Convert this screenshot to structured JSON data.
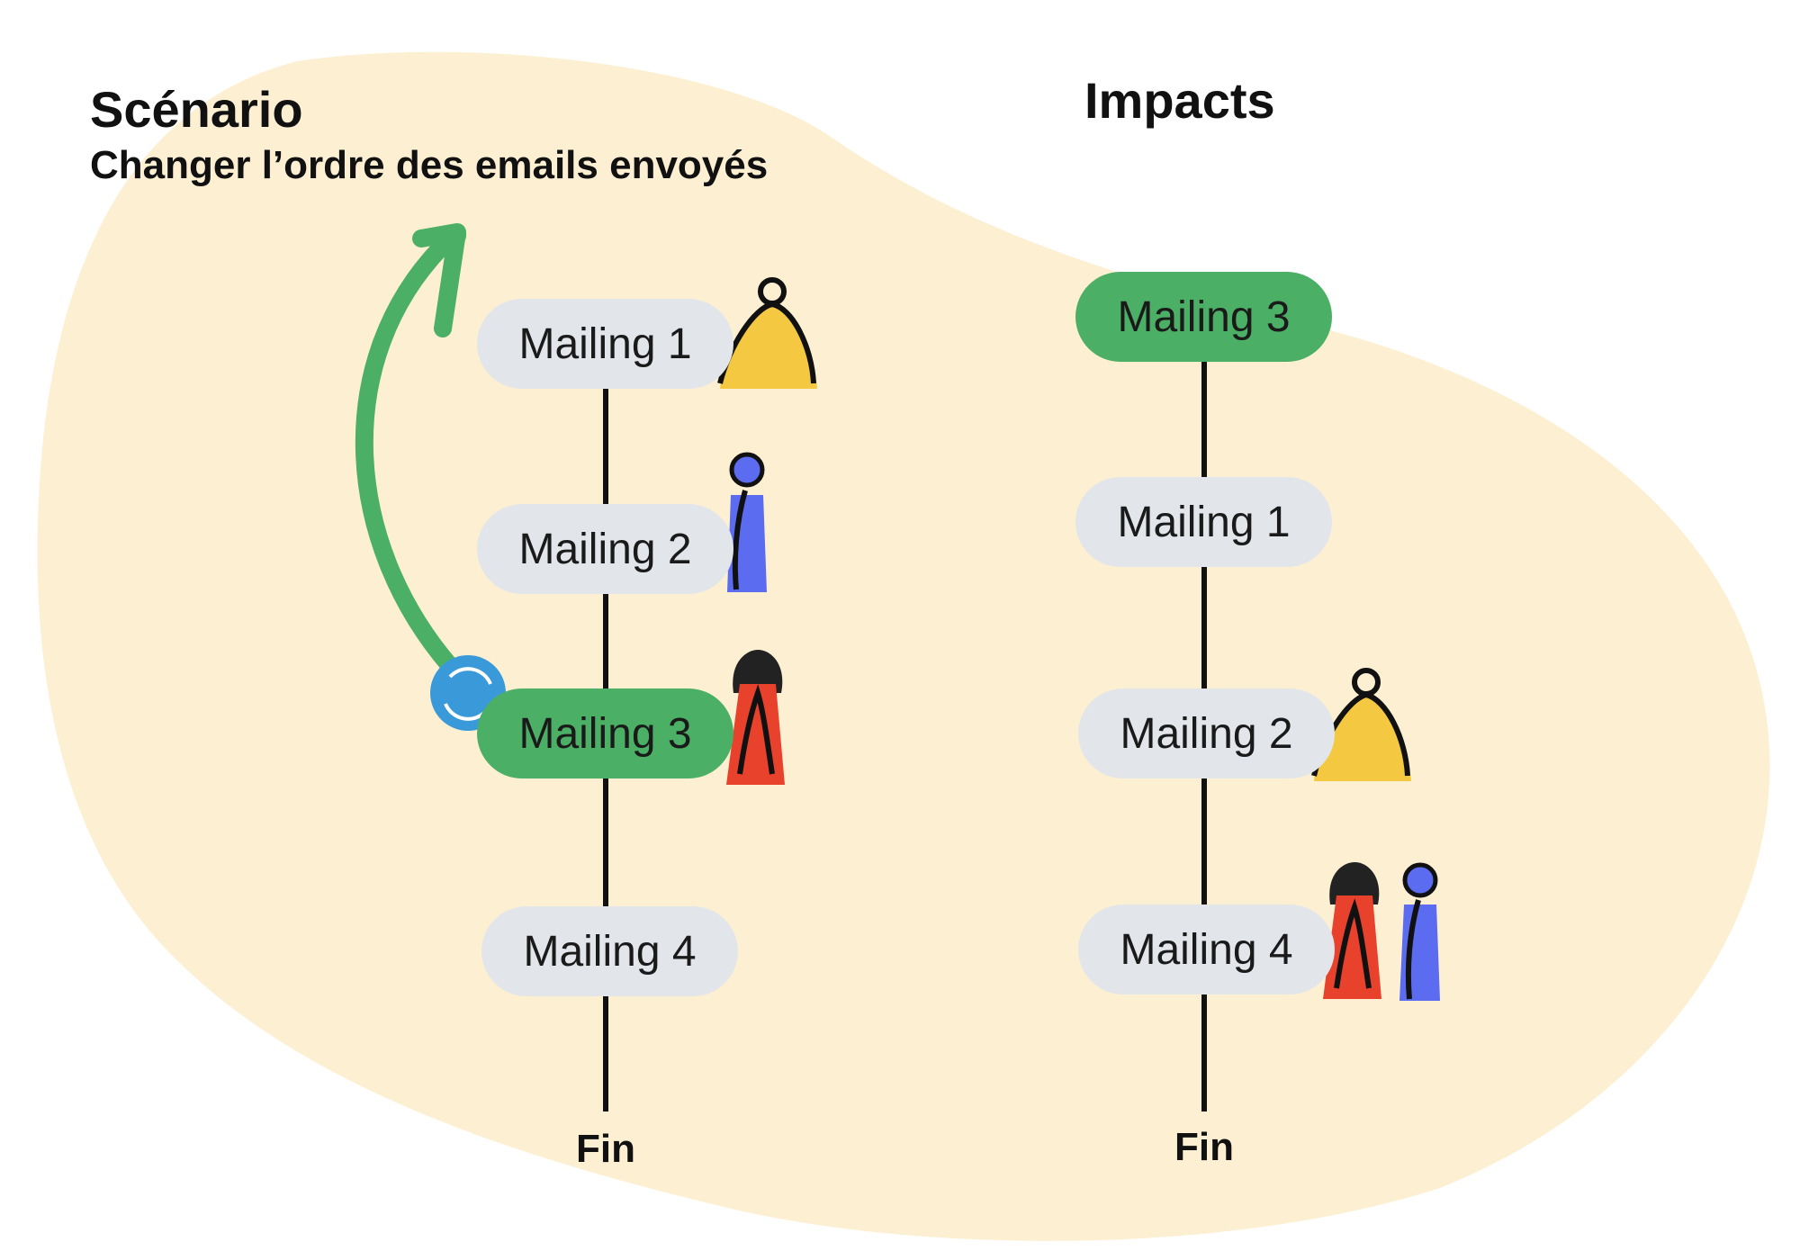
{
  "scenario": {
    "title": "Scénario",
    "subtitle": "Changer l’ordre des emails envoyés",
    "mailings": [
      "Mailing 1",
      "Mailing 2",
      "Mailing 3",
      "Mailing 4"
    ],
    "end_label": "Fin"
  },
  "impacts": {
    "title": "Impacts",
    "mailings": [
      "Mailing 3",
      "Mailing 1",
      "Mailing 2",
      "Mailing 4"
    ],
    "end_label": "Fin"
  },
  "colors": {
    "background_blob": "#fdf0d2",
    "pill_default": "#e2e5ea",
    "pill_highlight": "#4caf66",
    "arrow": "#4caf66",
    "swap_icon": "#3a9ad9",
    "person_yellow": "#f5c842",
    "person_blue": "#5b6cf0",
    "person_red": "#e8412c"
  },
  "icons": [
    "swap-icon",
    "person-yellow-icon",
    "person-blue-icon",
    "person-red-icon"
  ]
}
